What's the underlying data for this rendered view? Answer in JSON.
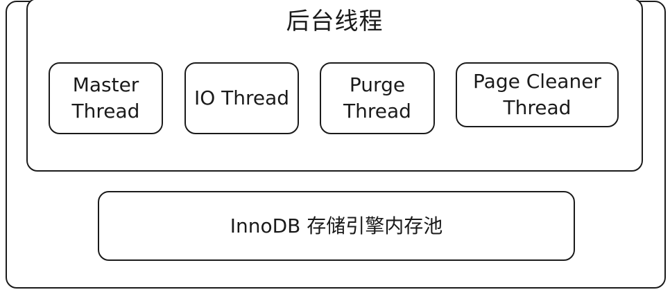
{
  "diagram": {
    "group_title": "后台线程",
    "threads": [
      {
        "label": "Master\nThread"
      },
      {
        "label": "IO Thread"
      },
      {
        "label": "Purge\nThread"
      },
      {
        "label": "Page Cleaner\nThread"
      }
    ],
    "pool_label": "InnoDB 存储引擎内存池"
  }
}
